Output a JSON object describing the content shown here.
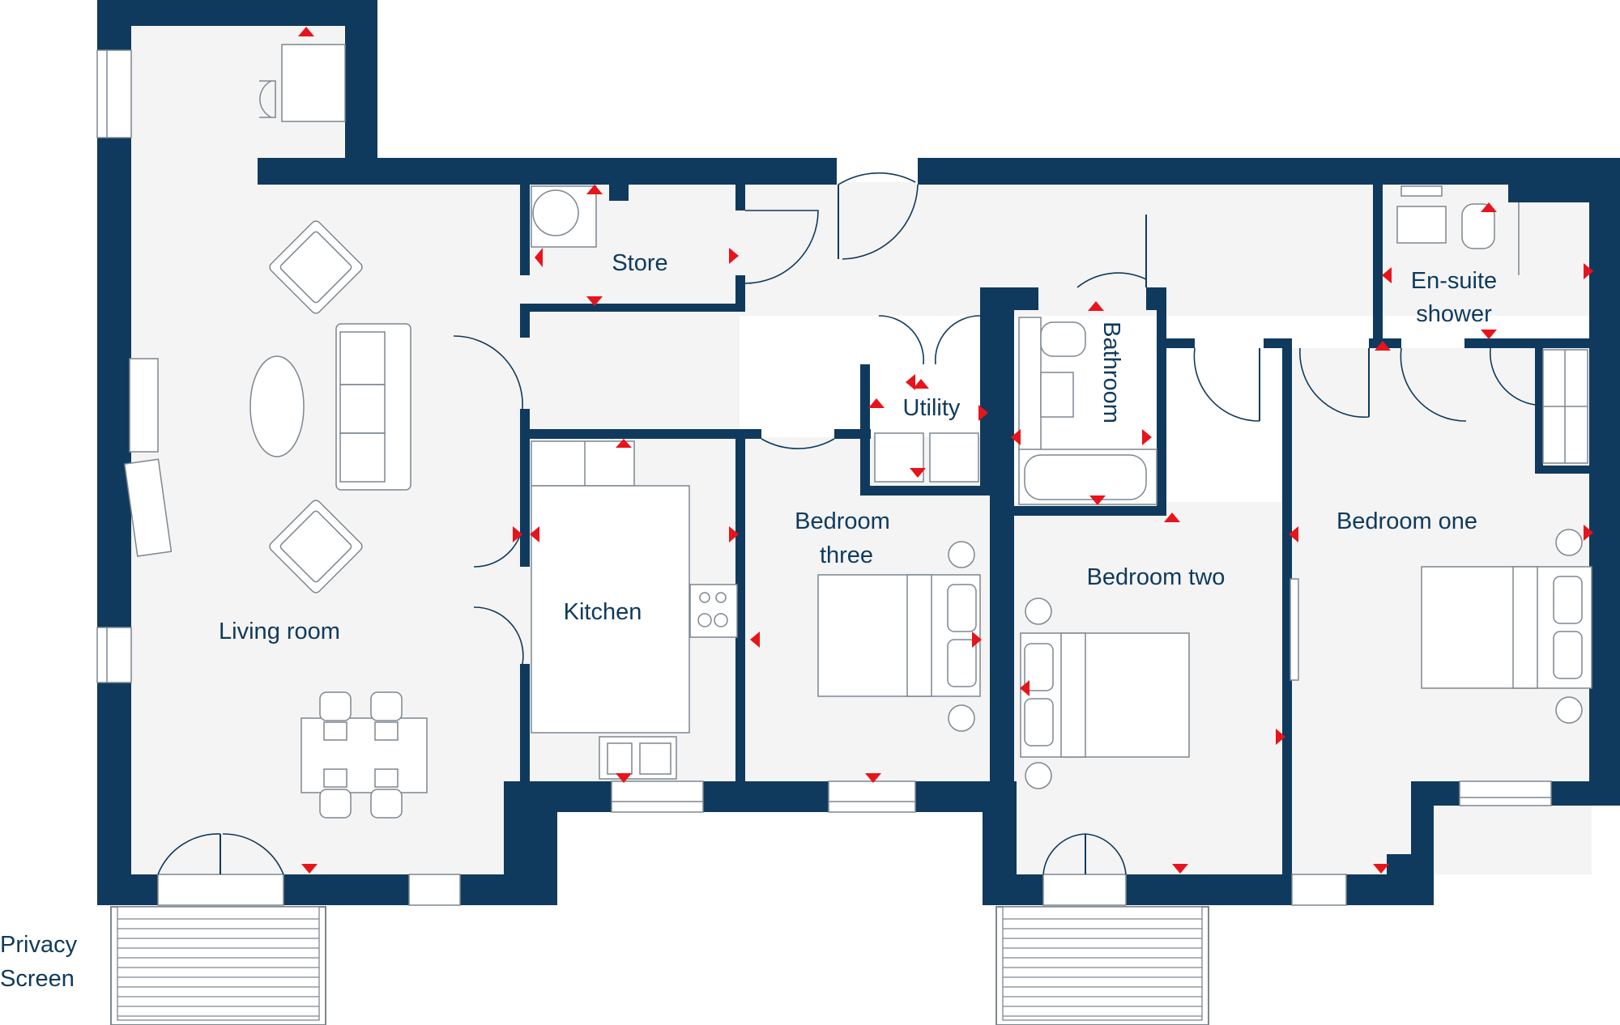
{
  "rooms": {
    "living_room": "Living room",
    "kitchen": "Kitchen",
    "store": "Store",
    "utility": "Utility",
    "bathroom": "Bathroom",
    "bedroom_three_line1": "Bedroom",
    "bedroom_three_line2": "three",
    "bedroom_two": "Bedroom two",
    "bedroom_one": "Bedroom one",
    "ensuite_line1": "En-suite",
    "ensuite_line2": "shower"
  },
  "labels": {
    "privacy_screen_line1": "Privacy",
    "privacy_screen_line2": "Screen"
  },
  "colors": {
    "wall": "#0f3a5d",
    "floor": "#f4f4f4",
    "marker": "#e8141b",
    "furniture": "#7d8790"
  }
}
